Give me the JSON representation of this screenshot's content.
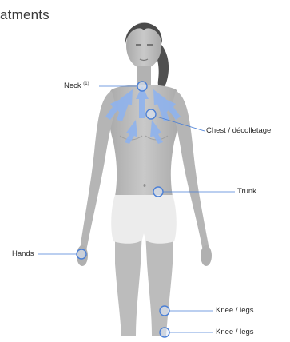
{
  "title": "atments",
  "colors": {
    "body": "#b9b9b9",
    "body_light": "#d2d2d2",
    "shorts": "#ececec",
    "hair": "#4a4a4a",
    "marker": "#4a7fd6",
    "arrows": "#8fb3ee",
    "leader": "#4a7fd6"
  },
  "labels": {
    "neck": "Neck",
    "neck_note": "(1)",
    "chest": "Chest / décolletage",
    "trunk": "Trunk",
    "hands": "Hands",
    "knee_1": "Knee / legs",
    "knee_2": "Knee / legs"
  }
}
